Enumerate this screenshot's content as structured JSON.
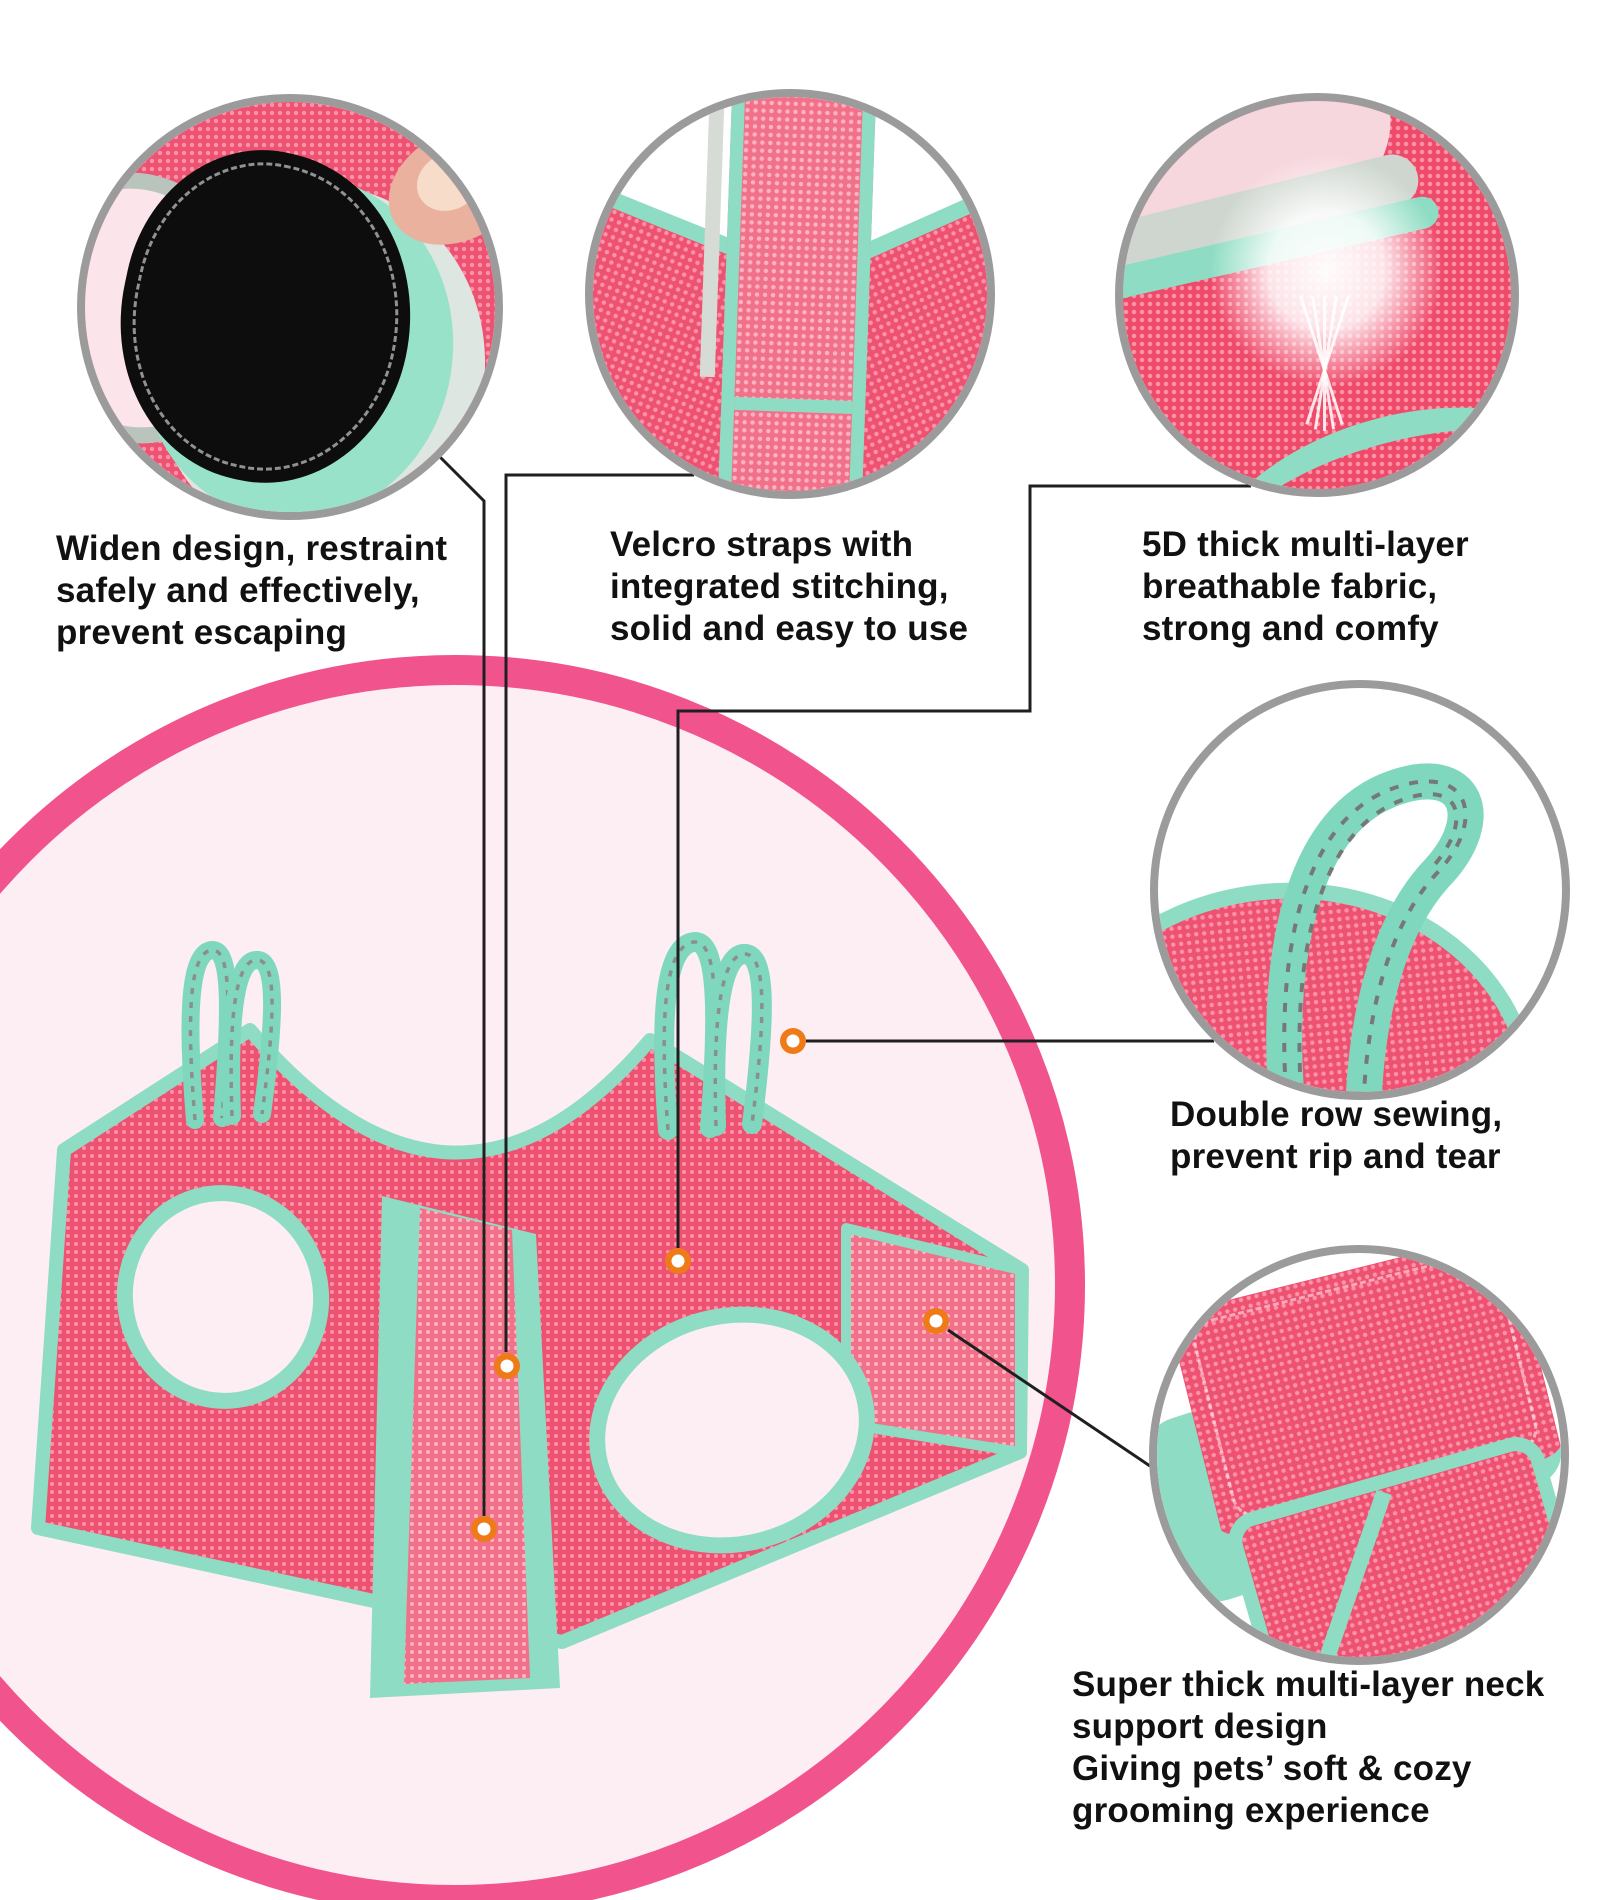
{
  "captions": {
    "widen": "Widen design, restraint\nsafely and effectively,\nprevent escaping",
    "velcro": "Velcro straps with\nintegrated stitching,\nsolid and easy to use",
    "fabric": "5D thick multi-layer\nbreathable fabric,\nstrong and comfy",
    "sewing": "Double row sewing,\nprevent rip and tear",
    "neck": "Super thick multi-layer neck\nsupport design\nGiving pets’ soft & cozy\ngrooming experience"
  },
  "callouts": [
    {
      "id": "velcro-flap",
      "caption_key": "widen"
    },
    {
      "id": "strap-stitching",
      "caption_key": "velcro"
    },
    {
      "id": "breathable-fabric",
      "caption_key": "fabric"
    },
    {
      "id": "double-row-sewing",
      "caption_key": "sewing"
    },
    {
      "id": "neck-support",
      "caption_key": "neck"
    }
  ],
  "colors": {
    "accent_pink_ring": "#f1548c",
    "light_pink_fill": "#fdeef4",
    "mesh_pink": "#ee5273",
    "band_pink": "#f2718a",
    "mint_trim": "#8edcc3",
    "strap_mint": "#7fd8bd",
    "marker_orange": "#ee7b17",
    "detail_circle_border": "#9b9b9b",
    "leader_line": "#1f1f1f",
    "text": "#111111"
  }
}
